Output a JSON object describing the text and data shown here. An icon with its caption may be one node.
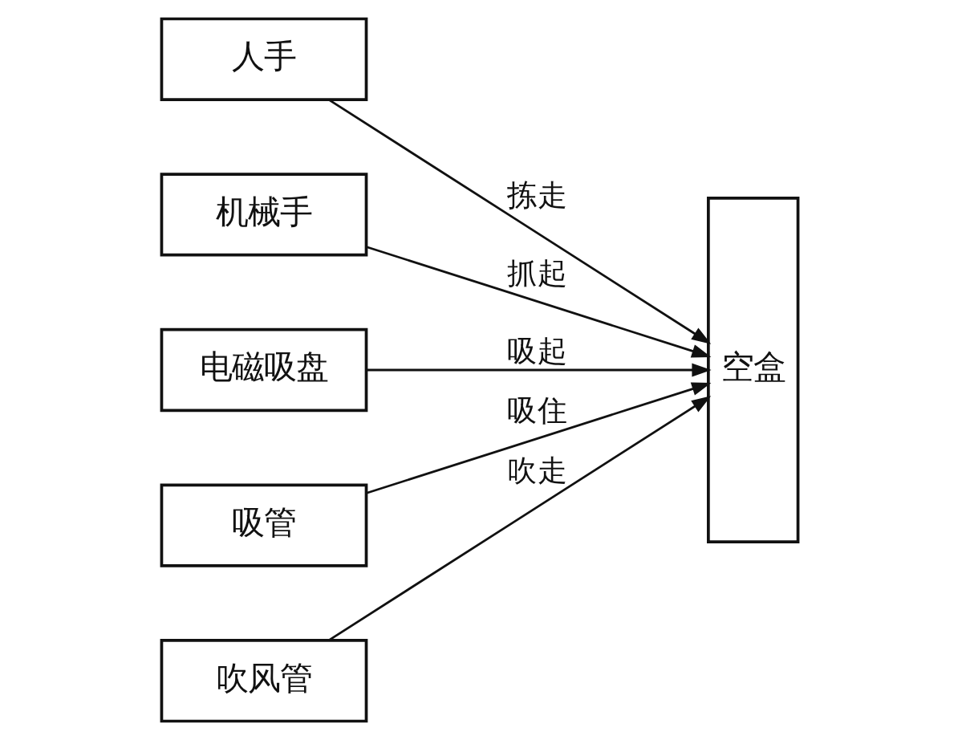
{
  "diagram": {
    "nodes": [
      {
        "text": [
          "人手"
        ]
      },
      {
        "text": [
          "机械手"
        ]
      },
      {
        "text": [
          "电磁吸盘"
        ]
      },
      {
        "text": [
          "吸管"
        ]
      },
      {
        "text": [
          "吹风管"
        ]
      },
      {
        "text": [
          "空盒"
        ]
      }
    ],
    "edges": [
      {
        "from": 0,
        "to": 5,
        "arrow": "to",
        "label": "拣走"
      },
      {
        "from": 1,
        "to": 5,
        "arrow": "to",
        "label": "抓起"
      },
      {
        "from": 2,
        "to": 5,
        "arrow": "to",
        "label": "吸起"
      },
      {
        "from": 3,
        "to": 5,
        "arrow": "to",
        "label": "吸住"
      },
      {
        "from": 4,
        "to": 5,
        "arrow": "to",
        "label": "吹走"
      }
    ]
  }
}
